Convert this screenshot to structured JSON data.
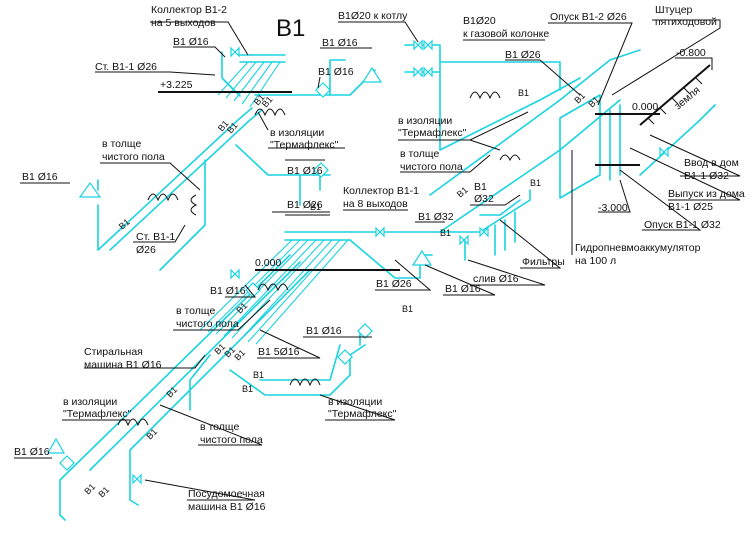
{
  "diagram": {
    "title": "В1",
    "colors": {
      "pipe": "#19d3e0",
      "ink": "#111111",
      "background": "#ffffff"
    },
    "labels": {
      "kollektor_b12_a": "Коллектор В1-2",
      "kollektor_b12_b": "на 5 выходов",
      "b1_16_top": "В1 Ø16",
      "st_b11_26": "Ст. В1-1 Ø26",
      "elev_3225": "+3.225",
      "b1_16_upper_right": "В1 Ø16",
      "b1_16_mid_left": "В1 Ø16",
      "izol_top_a": "в изоляции",
      "izol_top_b": "\"Термафлекс\"",
      "b1d20_kotel": "В1Ø20 к котлу",
      "b1d20_kol_a": "В1Ø20",
      "b1d20_kol_b": "к газовой колонке",
      "opusk_b12": "Опуск В1-2 Ø26",
      "shtucer_a": "Штуцер",
      "shtucer_b": "пятиходовой",
      "b1_26_top": "В1 Ø26",
      "elev_0800": "-0.800",
      "zemlya": "земля",
      "elev_0000_right": "0.000",
      "izol_mid_a": "в изоляции",
      "izol_mid_b": "\"Термафлекс\"",
      "tolshe_a": "в толще",
      "tolshe_b": "чистого пола",
      "tolshe2_a": "в толще",
      "tolshe2_b": "чистого пола",
      "vvod_a": "Ввод в дом",
      "vvod_b": "В1-1 Ø32",
      "b1_16_left": "В1 Ø16",
      "b1_16_mid": "В1 Ø16",
      "b1_32_a": "В1",
      "b1_32_b": "Ø32",
      "vypusk_a": "Выпуск из дома",
      "vypusk_b": "В1-1 Ø25",
      "elev_3000": "-3.000",
      "opusk_b11": "Опуск В1-1 Ø32",
      "b1_26_mid": "В1 Ø26",
      "kollektor_b11_a": "Коллектор В1-1",
      "kollektor_b11_b": "на 8 выходов",
      "b1_32_right": "В1 Ø32",
      "st_b11_a": "Ст. В1-1",
      "st_b11_b": "Ø26",
      "elev_0000_mid": "0.000",
      "gidro_a": "Гидропневмоаккумулятор",
      "gidro_b": "на 100 л",
      "filtry": "Фильтры",
      "sliv": "слив Ø16",
      "b1_16_a": "В1 Ø16",
      "b1_26_bottom": "В1 Ø26",
      "b1_16_b": "В1 Ø16",
      "tolshe3_a": "в толще",
      "tolshe3_b": "чистого пола",
      "b1_16_c": "В1 Ø16",
      "stiralka_a": "Стиральная",
      "stiralka_b": "машина В1 Ø16",
      "b1_5_16": "В1 5Ø16",
      "izol_low_left_a": "в изоляции",
      "izol_low_left_b": "\"Термафлекс\"",
      "izol_low_right_a": "в изоляции",
      "izol_low_right_b": "\"Термафлекс\"",
      "tolshe4_a": "в толще",
      "tolshe4_b": "чистого пола",
      "b1_16_bottom": "В1 Ø16",
      "posuda_a": "Посудомоечная",
      "posuda_b": "машина В1 Ø16"
    },
    "pipe_tags": [
      "В1",
      "В1",
      "В1",
      "В1",
      "В1",
      "В1",
      "В1",
      "В1",
      "В1",
      "В1",
      "В1",
      "В1",
      "В1",
      "В1",
      "В1",
      "В1",
      "В1",
      "В1",
      "В1",
      "В1",
      "В1",
      "В1",
      "В1"
    ]
  }
}
